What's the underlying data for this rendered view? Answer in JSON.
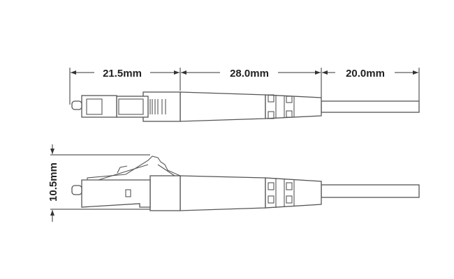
{
  "dimensions": {
    "front_length": "21.5mm",
    "body_length": "28.0mm",
    "cable_length": "20.0mm",
    "height": "10.5mm"
  },
  "colors": {
    "line": "#555555",
    "text": "#222222"
  }
}
